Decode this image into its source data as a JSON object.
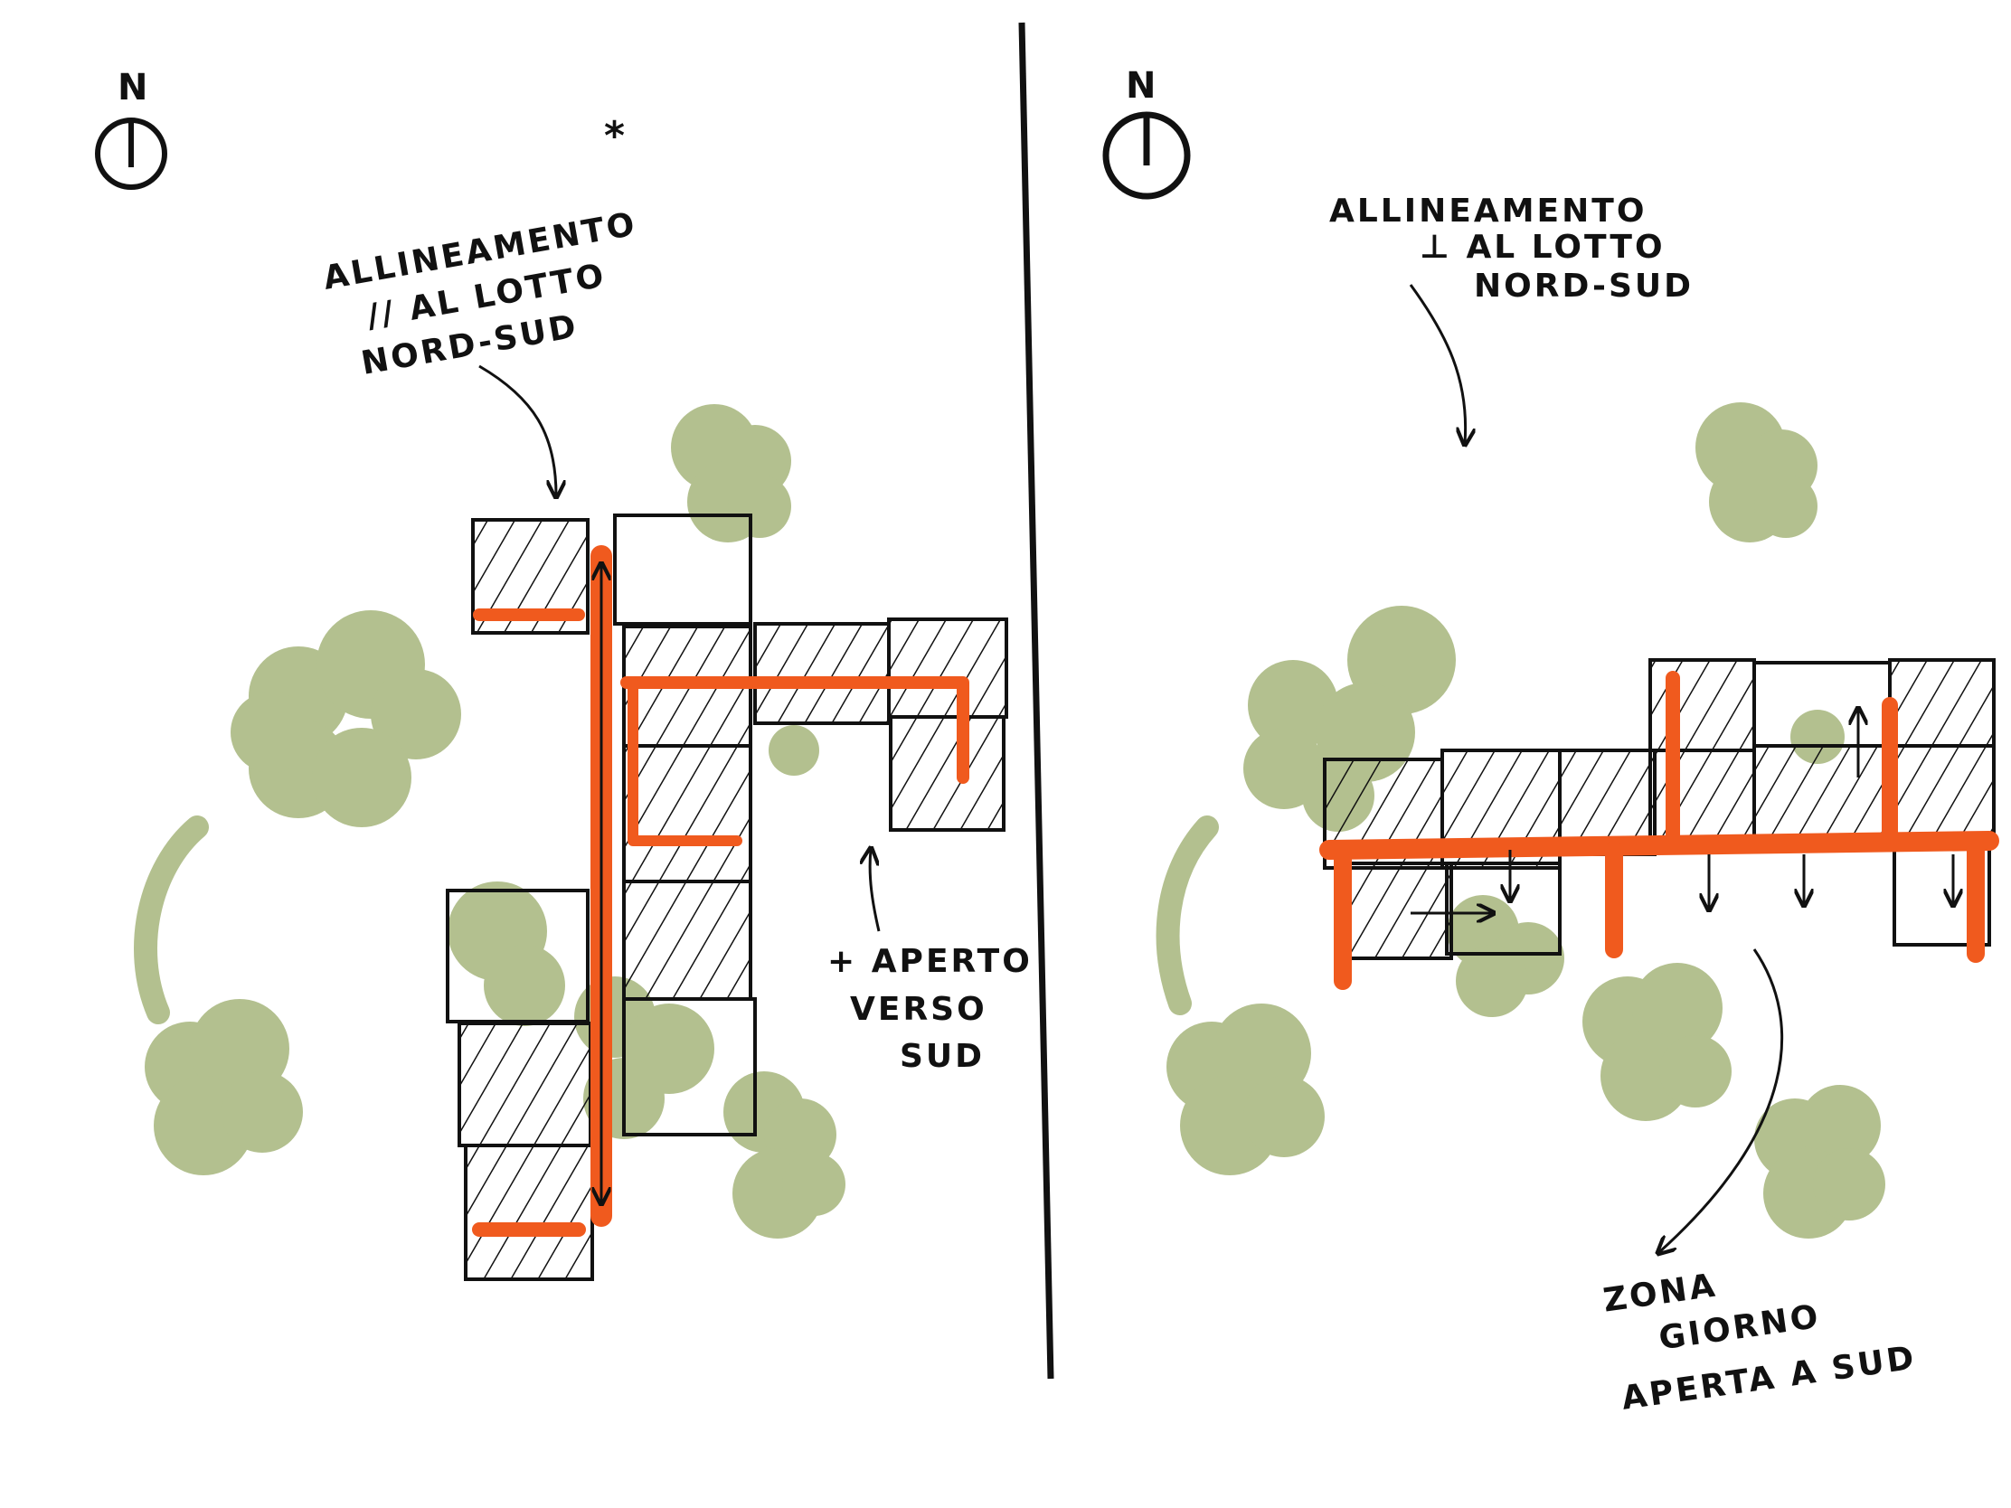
{
  "colors": {
    "ink": "#111111",
    "vegetation": "#b3c08f",
    "path_accent": "#f05a1e",
    "background": "#ffffff"
  },
  "left_panel": {
    "north_label": "N",
    "north_icon": "north-compass-icon",
    "asterisk": "*",
    "note_alignment": [
      "ALLINEAMENTO",
      "// AL LOTTO",
      "NORD-SUD"
    ],
    "note_opening": [
      "+ APERTO",
      "VERSO",
      "SUD"
    ]
  },
  "right_panel": {
    "north_label": "N",
    "north_icon": "north-compass-icon",
    "note_alignment": [
      "ALLINEAMENTO",
      "⊥ AL LOTTO",
      "NORD-SUD"
    ],
    "note_day_zone": [
      "ZONA",
      "GIORNO",
      "APERTA A SUD"
    ]
  }
}
